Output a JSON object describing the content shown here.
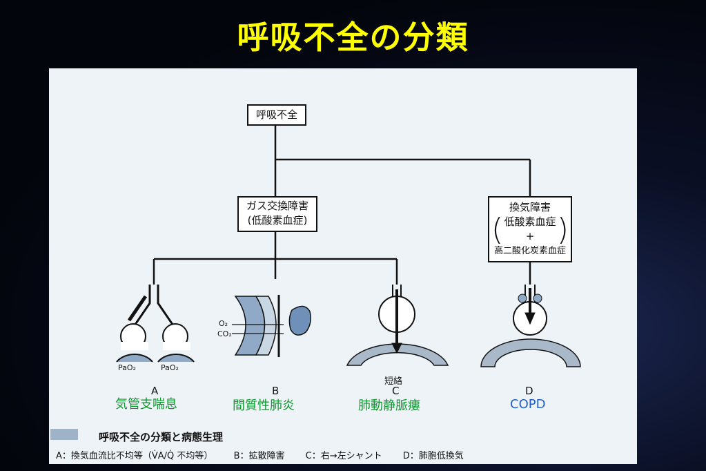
{
  "slide": {
    "title": "呼吸不全の分類"
  },
  "flowchart": {
    "root": "呼吸不全",
    "gas_exchange": {
      "line1": "ガス交換障害",
      "line2": "(低酸素血症)"
    },
    "ventilation": {
      "line1": "換気障害",
      "line2": "低酸素血症",
      "line3": "+",
      "line4": "高二酸化炭素血症"
    }
  },
  "panels": {
    "a_letter": "A",
    "b_letter": "B",
    "c_letter": "C",
    "d_letter": "D",
    "pao2_a": "PaO₂",
    "pao2_b": "PaO₂",
    "o2": "O₂",
    "co2": "CO₂",
    "shunt": "短絡"
  },
  "diseases": {
    "a": "気管支喘息",
    "b": "間質性肺炎",
    "c": "肺動静脈瘻",
    "d": "COPD"
  },
  "caption": {
    "title": "呼吸不全の分類と病態生理",
    "legend": [
      "A：換気血流比不均等（V̇A/Q̇ 不均等）",
      "B：拡散障害",
      "C：右→左シャント",
      "D：肺胞低換気"
    ]
  },
  "colors": {
    "title": "#ffff00",
    "disease_text": "#0b9a2c",
    "copd_text": "#1d5fd0",
    "figure_bg": "#eef3f8"
  }
}
